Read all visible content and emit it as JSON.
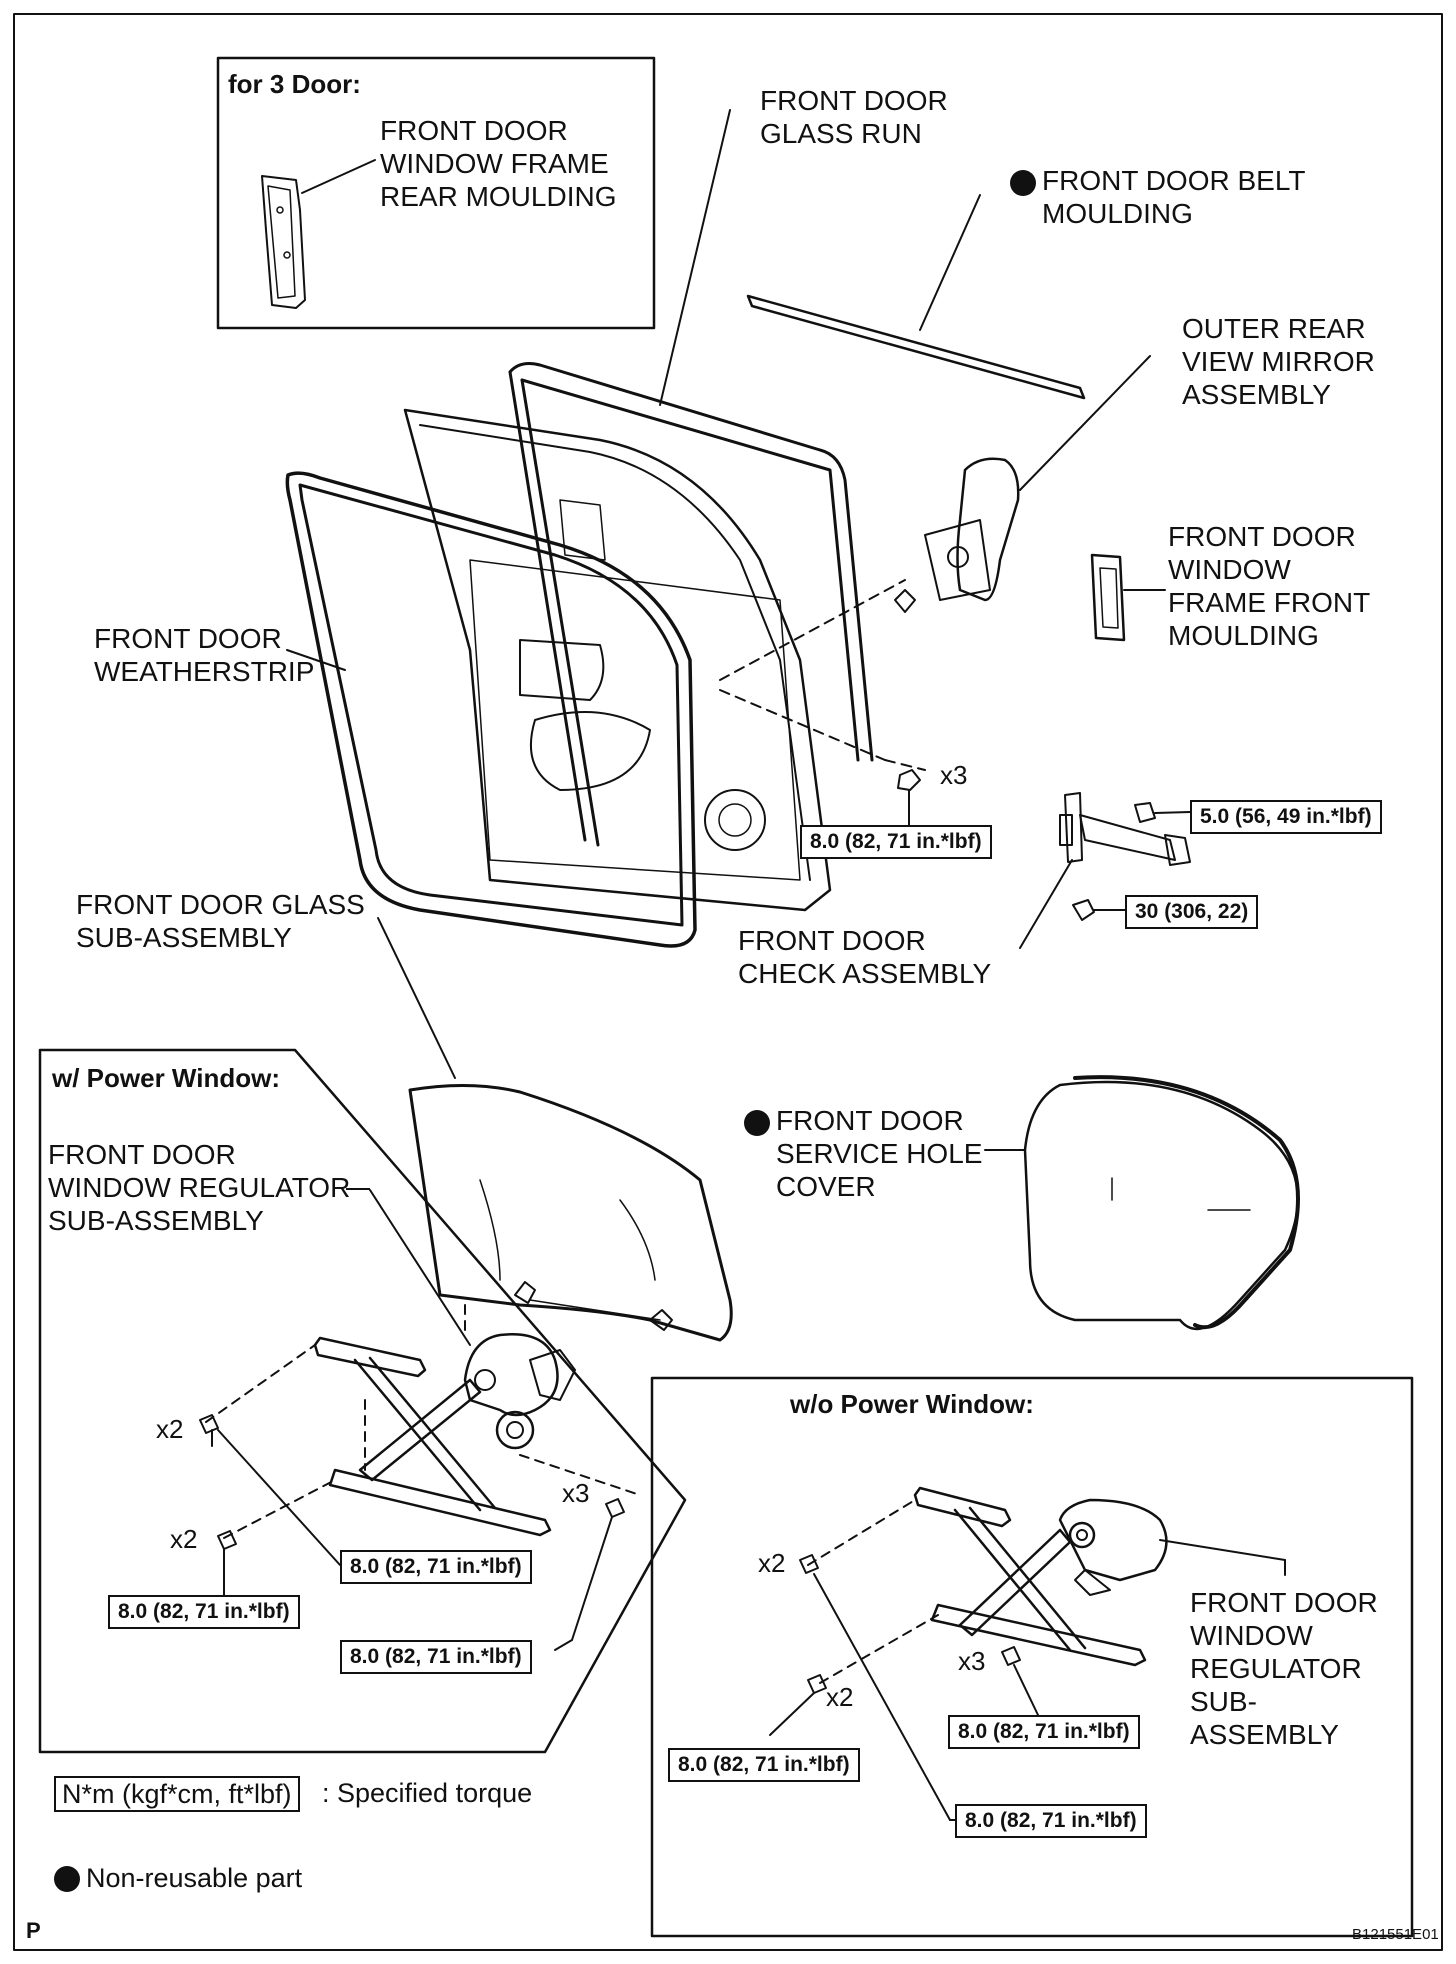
{
  "inset_3door": {
    "header": "for 3 Door:",
    "part": "FRONT DOOR\nWINDOW FRAME\nREAR MOULDING"
  },
  "parts": {
    "glass_run": "FRONT DOOR\nGLASS RUN",
    "belt_moulding": "FRONT DOOR BELT\nMOULDING",
    "mirror": "OUTER REAR\nVIEW MIRROR\nASSEMBLY",
    "frame_front_moulding": "FRONT DOOR\nWINDOW\nFRAME FRONT\nMOULDING",
    "weatherstrip": "FRONT DOOR\nWEATHERSTRIP",
    "glass": "FRONT DOOR GLASS\nSUB-ASSEMBLY",
    "check": "FRONT DOOR\nCHECK ASSEMBLY",
    "service_hole_cover": "FRONT DOOR\nSERVICE HOLE\nCOVER"
  },
  "torques": {
    "mirror_nut": "8.0 (82, 71 in.*lbf)",
    "check_bolt_upper": "5.0 (56, 49 in.*lbf)",
    "check_bolt_lower": "30 (306, 22)"
  },
  "multipliers": {
    "mirror_x3": "x3"
  },
  "power_window": {
    "header": "w/ Power Window:",
    "regulator": "FRONT DOOR\nWINDOW REGULATOR\nSUB-ASSEMBLY",
    "x2_upper": "x2",
    "x2_lower": "x2",
    "x3": "x3",
    "torque_a": "8.0 (82, 71 in.*lbf)",
    "torque_b": "8.0 (82, 71 in.*lbf)",
    "torque_c": "8.0 (82, 71 in.*lbf)"
  },
  "manual_window": {
    "header": "w/o Power Window:",
    "regulator": "FRONT DOOR\nWINDOW\nREGULATOR\nSUB-\nASSEMBLY",
    "x2_upper": "x2",
    "x2_lower": "x2",
    "x3": "x3",
    "torque_a": "8.0 (82, 71 in.*lbf)",
    "torque_b": "8.0 (82, 71 in.*lbf)",
    "torque_c": "8.0 (82, 71 in.*lbf)"
  },
  "legend": {
    "torque_unit": "N*m (kgf*cm, ft*lbf)",
    "torque_text": ": Specified torque",
    "nonreusable": "Non-reusable part"
  },
  "corner": {
    "letter": "P",
    "code": "B121551E01"
  }
}
